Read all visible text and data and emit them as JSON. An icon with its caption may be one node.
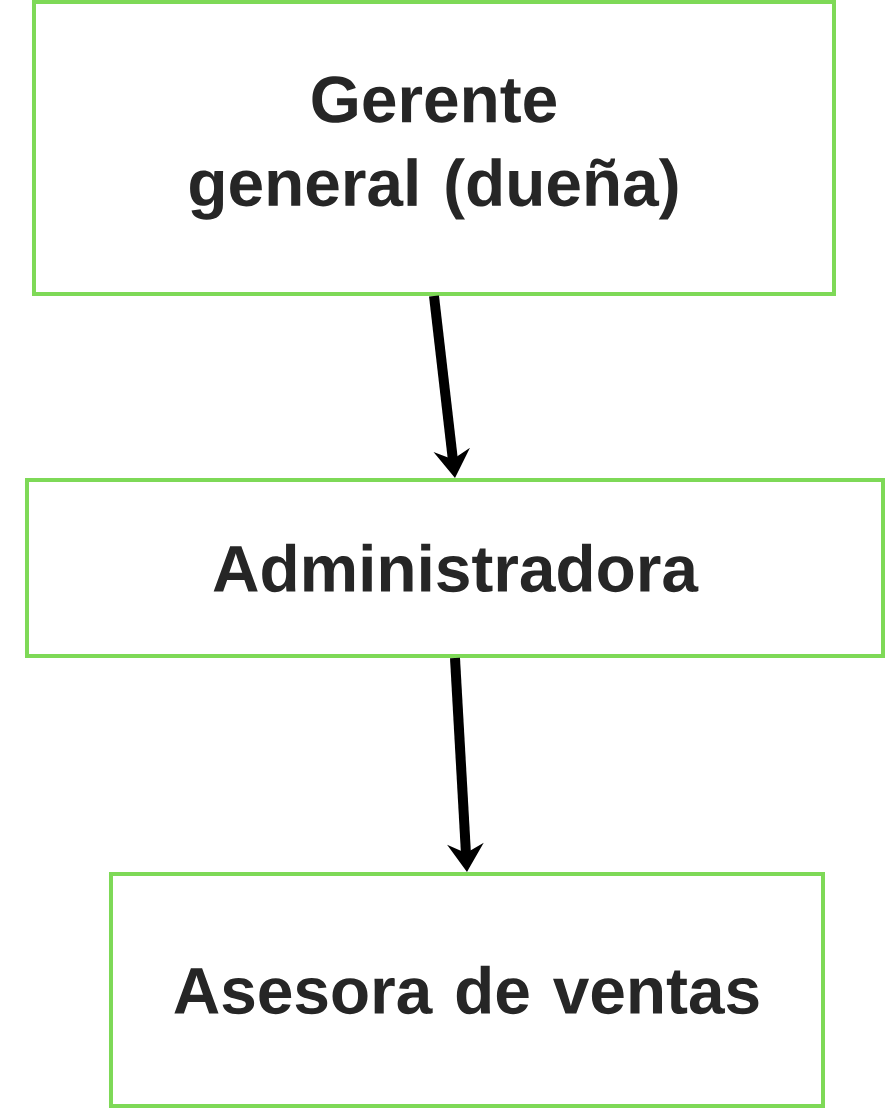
{
  "diagram": {
    "nodes": [
      {
        "text": [
          "Gerente general (dueña)"
        ]
      },
      {
        "text": [
          "Administradora"
        ]
      },
      {
        "text": [
          "Asesora de ventas"
        ]
      }
    ],
    "edges": [
      {
        "from": 0,
        "to": 1,
        "arrow": "to"
      },
      {
        "from": 1,
        "to": 2,
        "arrow": "to"
      }
    ]
  }
}
